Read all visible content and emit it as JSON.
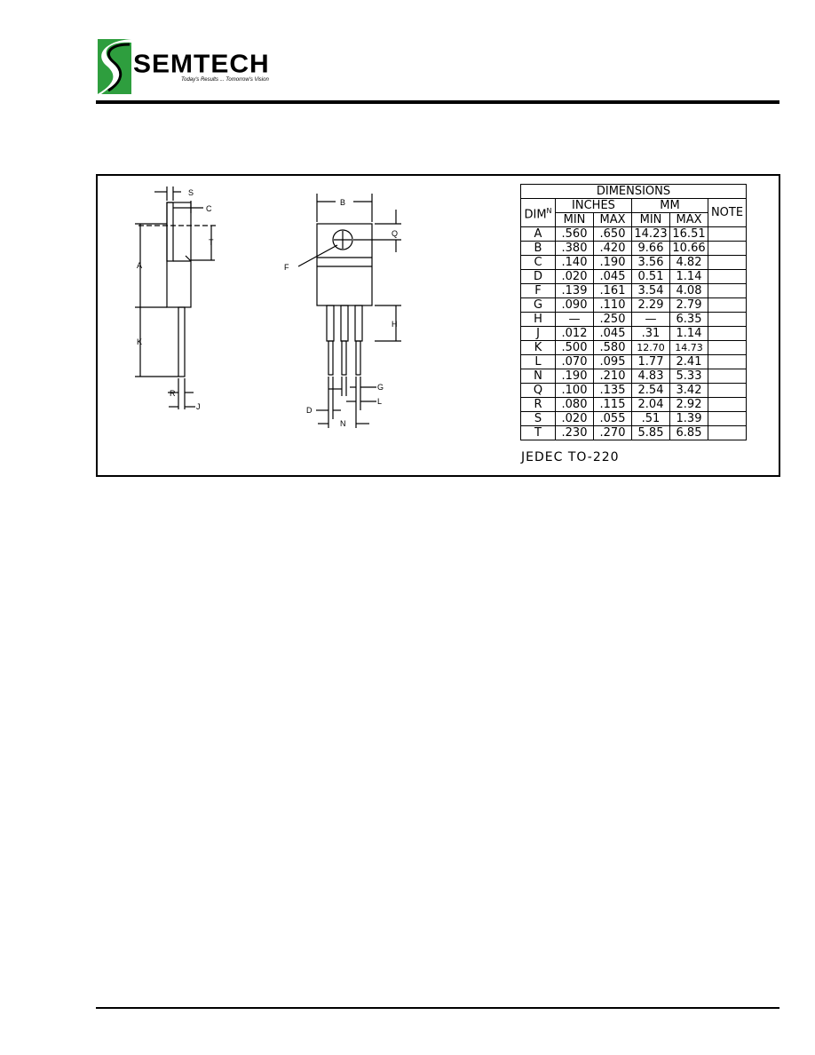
{
  "brand": {
    "name": "SEMTECH",
    "tagline": "Today's Results ... Tomorrow's Vision",
    "colors": {
      "green": "#2e9e3e",
      "black": "#000000"
    }
  },
  "drawing_labels": {
    "side": [
      "S",
      "C",
      "T",
      "A",
      "K",
      "R",
      "J"
    ],
    "front": [
      "B",
      "Q",
      "F",
      "H",
      "G",
      "L",
      "D",
      "N"
    ]
  },
  "table": {
    "title": "DIMENSIONS",
    "dim_header": "DIM",
    "dim_header_sup": "N",
    "inches_header": "INCHES",
    "mm_header": "MM",
    "note_header": "NOTE",
    "min_label": "MIN",
    "max_label": "MAX",
    "rows": [
      {
        "dim": "A",
        "in_min": ".560",
        "in_max": ".650",
        "mm_min": "14.23",
        "mm_max": "16.51"
      },
      {
        "dim": "B",
        "in_min": ".380",
        "in_max": ".420",
        "mm_min": "9.66",
        "mm_max": "10.66"
      },
      {
        "dim": "C",
        "in_min": ".140",
        "in_max": ".190",
        "mm_min": "3.56",
        "mm_max": "4.82"
      },
      {
        "dim": "D",
        "in_min": ".020",
        "in_max": ".045",
        "mm_min": "0.51",
        "mm_max": "1.14"
      },
      {
        "dim": "F",
        "in_min": ".139",
        "in_max": ".161",
        "mm_min": "3.54",
        "mm_max": "4.08"
      },
      {
        "dim": "G",
        "in_min": ".090",
        "in_max": ".110",
        "mm_min": "2.29",
        "mm_max": "2.79"
      },
      {
        "dim": "H",
        "in_min": "—",
        "in_max": ".250",
        "mm_min": "—",
        "mm_max": "6.35"
      },
      {
        "dim": "J",
        "in_min": ".012",
        "in_max": ".045",
        "mm_min": ".31",
        "mm_max": "1.14"
      },
      {
        "dim": "K",
        "in_min": ".500",
        "in_max": ".580",
        "mm_min": "12.70",
        "mm_max": "14.73"
      },
      {
        "dim": "L",
        "in_min": ".070",
        "in_max": ".095",
        "mm_min": "1.77",
        "mm_max": "2.41"
      },
      {
        "dim": "N",
        "in_min": ".190",
        "in_max": ".210",
        "mm_min": "4.83",
        "mm_max": "5.33"
      },
      {
        "dim": "Q",
        "in_min": ".100",
        "in_max": ".135",
        "mm_min": "2.54",
        "mm_max": "3.42"
      },
      {
        "dim": "R",
        "in_min": ".080",
        "in_max": ".115",
        "mm_min": "2.04",
        "mm_max": "2.92"
      },
      {
        "dim": "S",
        "in_min": ".020",
        "in_max": ".055",
        "mm_min": ".51",
        "mm_max": "1.39"
      },
      {
        "dim": "T",
        "in_min": ".230",
        "in_max": ".270",
        "mm_min": "5.85",
        "mm_max": "6.85"
      }
    ]
  },
  "package_name": "JEDEC TO-220"
}
